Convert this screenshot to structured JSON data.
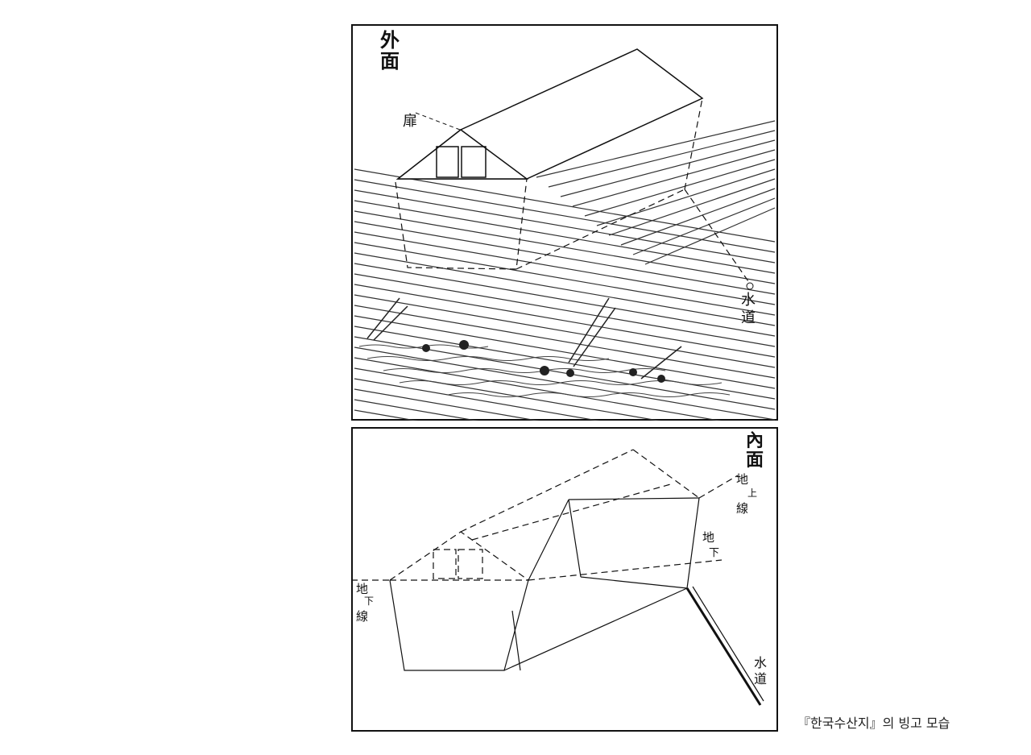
{
  "top_panel": {
    "title_line1": "外",
    "title_line2": "面",
    "door_label": "扉",
    "waterway_line1": "水",
    "waterway_line2": "道"
  },
  "bottom_panel": {
    "title_line1": "內",
    "title_line2": "面",
    "above_ground_line": [
      "地",
      "上",
      "線"
    ],
    "below_ground": [
      "地",
      "下"
    ],
    "below_ground_line": [
      "地",
      "下",
      "線"
    ],
    "waterway_line1": "水",
    "waterway_line2": "道"
  },
  "caption": "『한국수산지』의 빙고 모습"
}
